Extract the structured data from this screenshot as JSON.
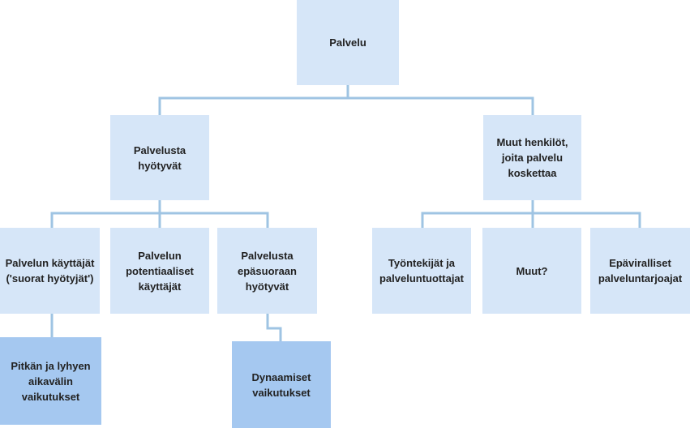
{
  "diagram": {
    "colors": {
      "light_box": "#d6e6f8",
      "dark_box": "#a5c8f0",
      "connector": "#9fc4e3"
    },
    "nodes": {
      "root": "Palvelu",
      "beneficiaries": "Palvelusta\nhyötyvät",
      "others": "Muut henkilöt,\njoita palvelu\nkoskettaa",
      "users": "Palvelun käyttäjät\n('suorat hyötyjät')",
      "potential_users": "Palvelun\npotentiaaliset\nkäyttäjät",
      "indirect_beneficiaries": "Palvelusta\nepäsuoraan\nhyötyvät",
      "employees": "Työntekijät ja\npalveluntuottajat",
      "other": "Muut?",
      "informal_providers": "Epäviralliset\npalveluntarjoajat",
      "short_long_effects": "Pitkän ja lyhyen\naikavälin\nvaikutukset",
      "dynamic_effects": "Dynaamiset\nvaikutukset"
    }
  }
}
